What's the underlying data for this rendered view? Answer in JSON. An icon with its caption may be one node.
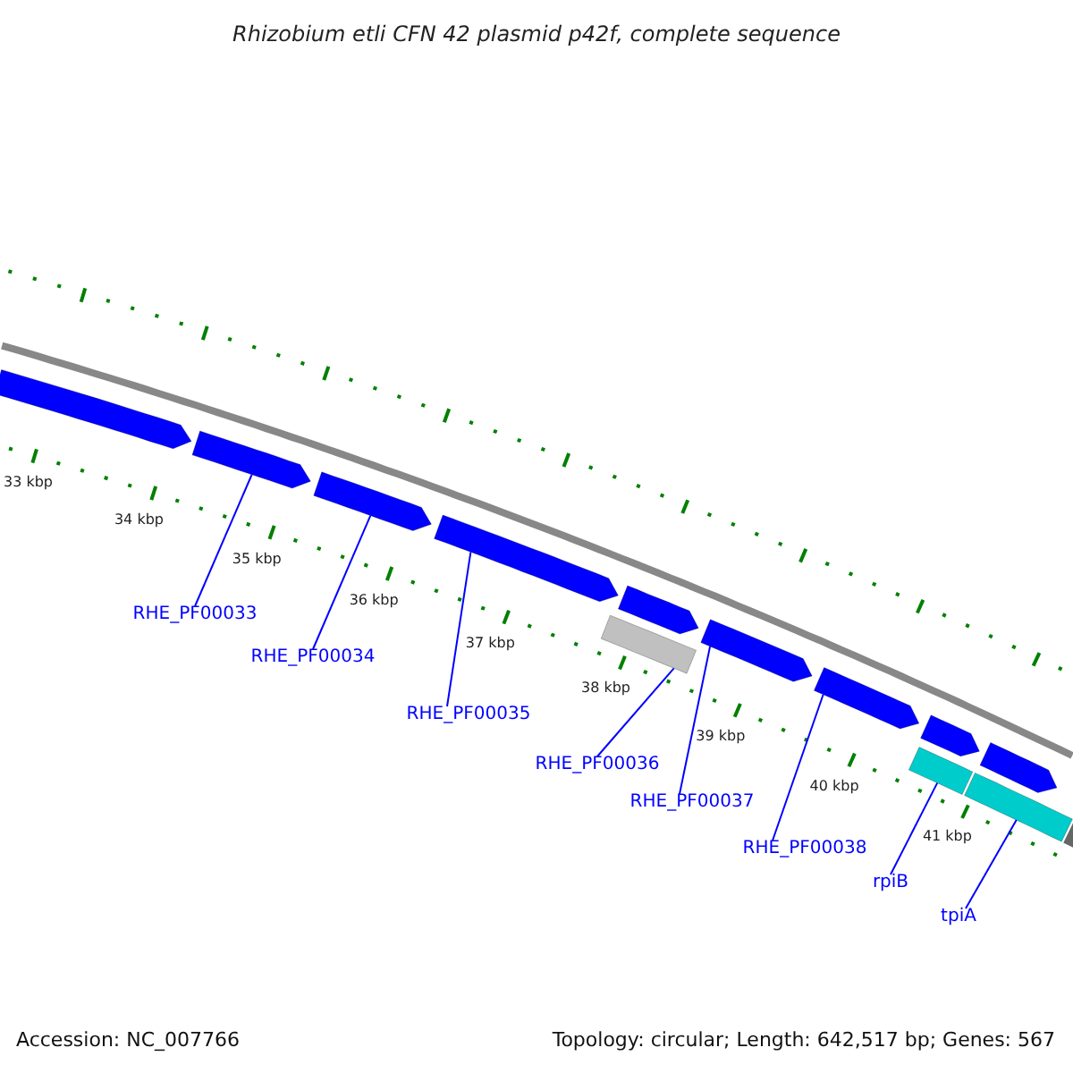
{
  "diagram": {
    "title": "Rhizobium etli CFN 42 plasmid p42f, complete sequence",
    "nodes": [
      {
        "text": [],
        "shape": "arrow"
      },
      {
        "text": [],
        "shape": "arrow"
      },
      {
        "text": [],
        "shape": "arrow"
      },
      {
        "text": [],
        "shape": "arrow"
      },
      {
        "text": [],
        "shape": "arrow"
      },
      {
        "text": [],
        "shape": "arrow"
      },
      {
        "text": [],
        "shape": "arrow"
      },
      {
        "text": [],
        "shape": "arrow"
      },
      {
        "text": [],
        "shape": "arrow"
      },
      {
        "text": [],
        "shape": "bar"
      },
      {
        "text": [],
        "shape": "bar"
      },
      {
        "text": [],
        "shape": "bar"
      },
      {
        "text": [],
        "shape": "bar"
      },
      {
        "text": [
          "RHE_PF00033"
        ]
      },
      {
        "text": [
          "RHE_PF00034"
        ]
      },
      {
        "text": [
          "RHE_PF00035"
        ]
      },
      {
        "text": [
          "RHE_PF00036"
        ]
      },
      {
        "text": [
          "RHE_PF00037"
        ]
      },
      {
        "text": [
          "RHE_PF00038"
        ]
      },
      {
        "text": [
          "rpiB"
        ]
      },
      {
        "text": [
          "tpiA"
        ]
      }
    ],
    "edges": [
      {
        "from": 13,
        "to": 1,
        "arrow": "none"
      },
      {
        "from": 14,
        "to": 2,
        "arrow": "none"
      },
      {
        "from": 15,
        "to": 3,
        "arrow": "none"
      },
      {
        "from": 16,
        "to": 9,
        "arrow": "none"
      },
      {
        "from": 17,
        "to": 5,
        "arrow": "none"
      },
      {
        "from": 18,
        "to": 6,
        "arrow": "none"
      },
      {
        "from": 19,
        "to": 10,
        "arrow": "none"
      },
      {
        "from": 20,
        "to": 11,
        "arrow": "none"
      }
    ],
    "labels": [
      "33 kbp",
      "34 kbp",
      "35 kbp",
      "36 kbp",
      "37 kbp",
      "38 kbp",
      "39 kbp",
      "40 kbp",
      "41 kbp",
      "Accession: NC_007766",
      "Topology: circular; Length: 642,517 bp; Genes: 567"
    ]
  }
}
